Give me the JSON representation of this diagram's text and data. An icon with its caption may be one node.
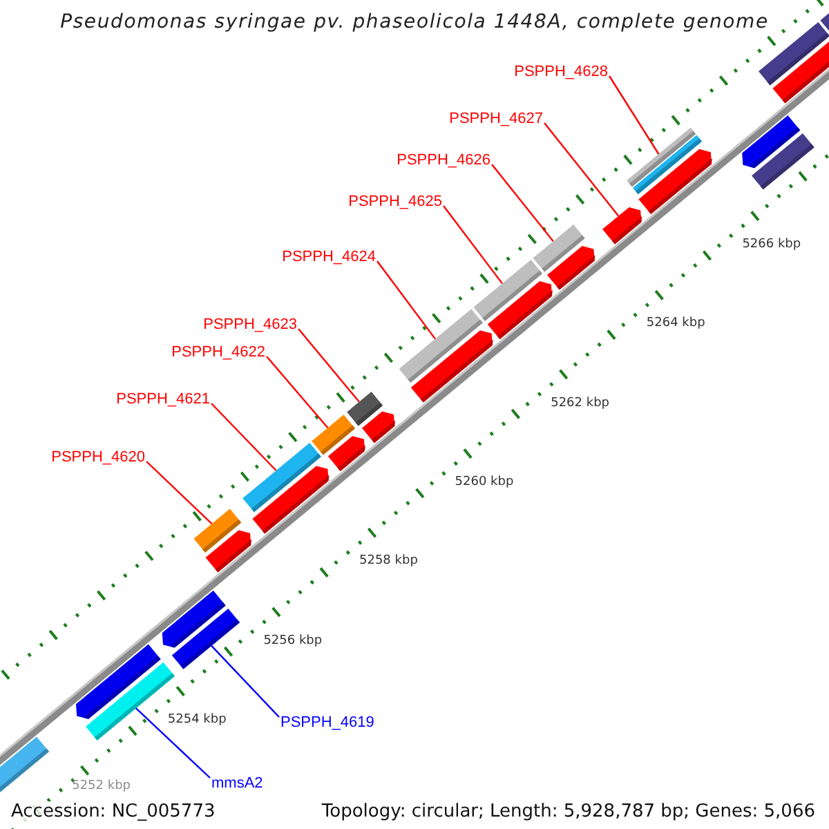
{
  "diagram": {
    "title": "Pseudomonas syringae pv. phaseolicola 1448A, complete genome",
    "nodes": [
      {
        "text": [
          "PSPPH_4628"
        ]
      },
      {
        "text": [
          "PSPPH_4627"
        ]
      },
      {
        "text": [
          "PSPPH_4626"
        ]
      },
      {
        "text": [
          "PSPPH_4625"
        ]
      },
      {
        "text": [
          "PSPPH_4624"
        ]
      },
      {
        "text": [
          "PSPPH_4623"
        ]
      },
      {
        "text": [
          "PSPPH_4622"
        ]
      },
      {
        "text": [
          "PSPPH_4621"
        ]
      },
      {
        "text": [
          "PSPPH_4620"
        ]
      },
      {
        "text": [
          "PSPPH_4619"
        ]
      },
      {
        "text": [
          "mmsA2"
        ]
      },
      {
        "text": [],
        "shape": "box"
      },
      {
        "text": [],
        "shape": "box"
      },
      {
        "text": [],
        "shape": "box"
      },
      {
        "text": [],
        "shape": "box"
      },
      {
        "text": [],
        "shape": "box"
      },
      {
        "text": [],
        "shape": "box"
      },
      {
        "text": [],
        "shape": "box"
      },
      {
        "text": [],
        "shape": "box"
      },
      {
        "text": [],
        "shape": "box"
      },
      {
        "text": [],
        "shape": "arrow"
      },
      {
        "text": [],
        "shape": "box"
      }
    ],
    "edges": [
      {
        "from": 0,
        "to": 21,
        "arrow": "none"
      },
      {
        "from": 1,
        "to": 20,
        "arrow": "none"
      },
      {
        "from": 2,
        "to": 19,
        "arrow": "none"
      },
      {
        "from": 3,
        "to": 18,
        "arrow": "none"
      },
      {
        "from": 4,
        "to": 17,
        "arrow": "none"
      },
      {
        "from": 5,
        "to": 16,
        "arrow": "none"
      },
      {
        "from": 6,
        "to": 15,
        "arrow": "none"
      },
      {
        "from": 7,
        "to": 14,
        "arrow": "none"
      },
      {
        "from": 8,
        "to": 13,
        "arrow": "none"
      },
      {
        "from": 9,
        "to": 12,
        "arrow": "none",
        "color": "#0000ff"
      },
      {
        "from": 10,
        "to": 11,
        "arrow": "none",
        "color": "#0000ff"
      }
    ],
    "labels": [
      "5266 kbp",
      "5264 kbp",
      "5262 kbp",
      "5260 kbp",
      "5258 kbp",
      "5256 kbp",
      "5254 kbp",
      "5252 kbp",
      "Accession: NC_005773",
      "Topology: circular; Length: 5,928,787 bp; Genes: 5,066"
    ]
  }
}
